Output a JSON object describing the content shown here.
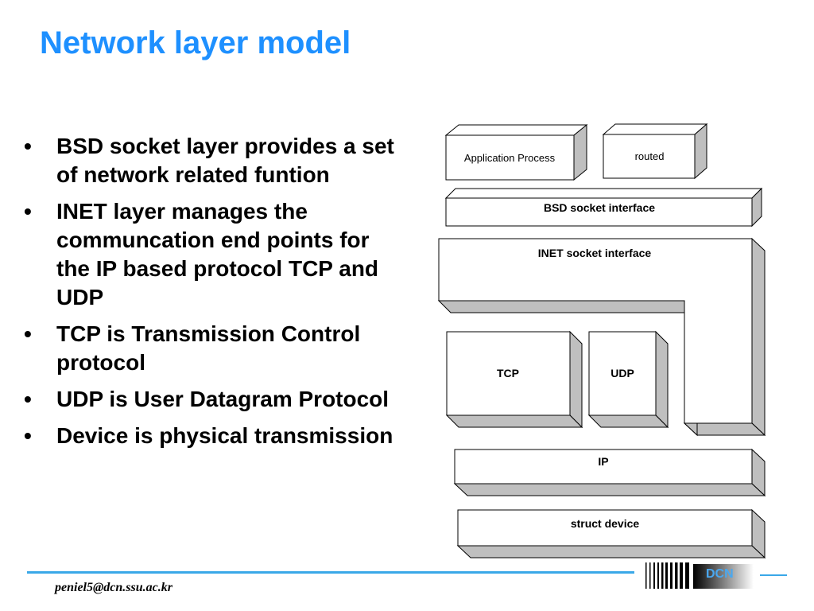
{
  "slide": {
    "title": "Network layer model",
    "bullets": [
      "BSD socket layer provides a set of network related funtion",
      "INET layer manages the communcation end points for the IP based protocol TCP and UDP",
      "TCP is Transmission Control protocol",
      "UDP is User Datagram Protocol",
      "Device is physical transmission"
    ],
    "bullet_glyph": "•"
  },
  "diagram": {
    "labels": {
      "application_process": "Application Process",
      "routed": "routed",
      "bsd_socket_interface": "BSD socket interface",
      "inet_socket_interface": "INET socket interface",
      "tcp": "TCP",
      "udp": "UDP",
      "ip": "IP",
      "struct_device": "struct device"
    },
    "colors": {
      "face": "#ffffff",
      "shade": "#bfbfbf",
      "outline": "#000000"
    }
  },
  "footer": {
    "email": "peniel5@dcn.ssu.ac.kr",
    "logo_text": "DCN",
    "accent_color": "#3aa8e8"
  }
}
